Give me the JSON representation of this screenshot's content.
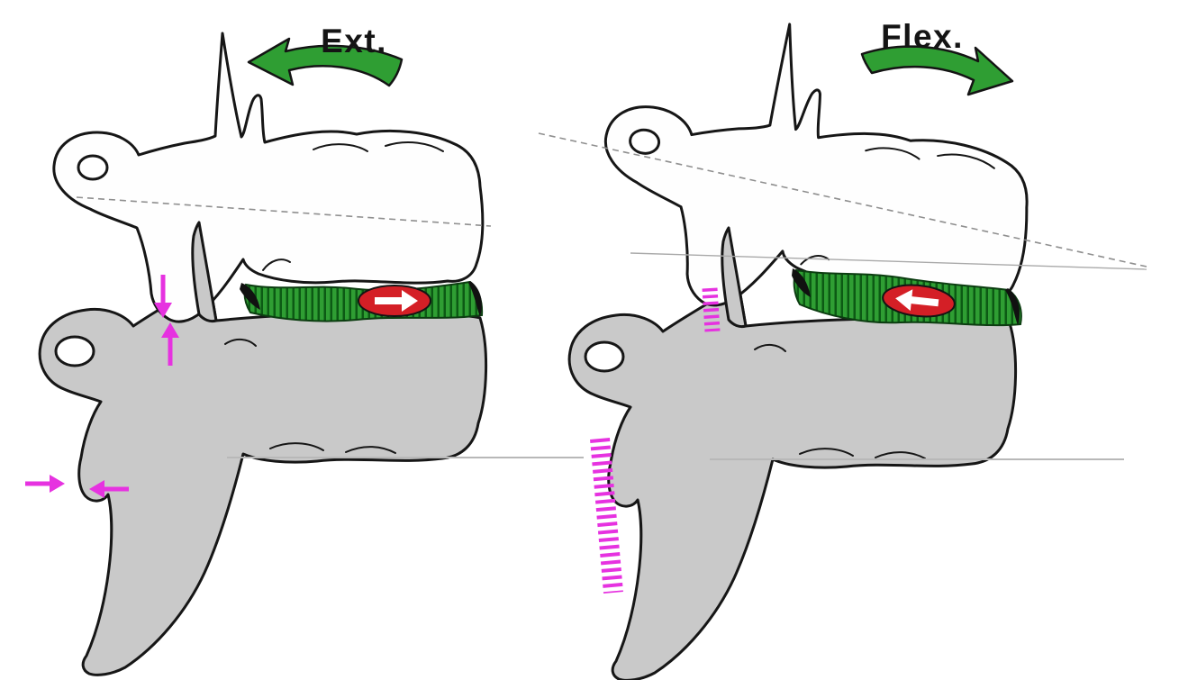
{
  "figure": {
    "background": "#ffffff",
    "subject": "vertebral-motion-segment-extension-vs-flexion",
    "panels": [
      {
        "id": "extension",
        "label": "Ext.",
        "rotation_arrow_direction": "curved-left",
        "nucleus_shift_direction": "right",
        "facet_indicator": "compression-arrows",
        "spinous_indicator": "approximation-arrows"
      },
      {
        "id": "flexion",
        "label": "Flex.",
        "rotation_arrow_direction": "curved-right",
        "nucleus_shift_direction": "left",
        "facet_indicator": "gap-hatch",
        "spinous_indicator": "separation-hatch"
      }
    ],
    "colors": {
      "arrow_green": "#2f9e33",
      "disc_green": "#2f9e33",
      "disc_hatch_green": "#0c5a14",
      "nucleus_red": "#d41f26",
      "indicator_magenta": "#e632e0",
      "bone_gray": "#c9c9c9",
      "bone_white": "#fefefe",
      "outline_black": "#161616"
    }
  }
}
